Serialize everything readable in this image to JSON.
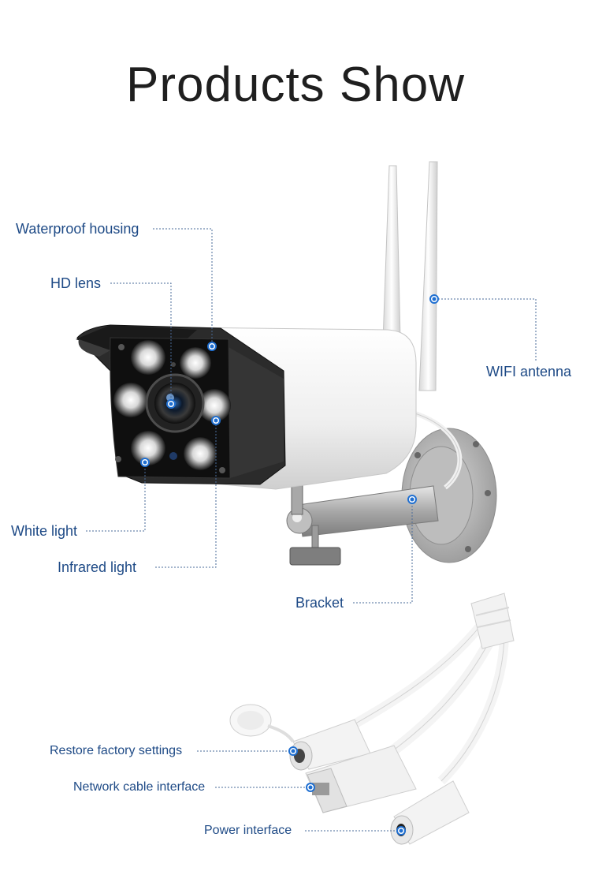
{
  "title": "Products Show",
  "labels": {
    "waterproof_housing": "Waterproof housing",
    "hd_lens": "HD lens",
    "wifi_antenna": "WIFI antenna",
    "white_light": "White light",
    "infrared_light": "Infrared light",
    "bracket": "Bracket",
    "restore_factory": "Restore factory settings",
    "network_cable": "Network cable interface",
    "power_interface": "Power interface"
  },
  "colors": {
    "label_text": "#1e4a86",
    "callout_line": "#4a6b99",
    "callout_dot": "#1f6fd1",
    "title_text": "#1f1f1f"
  }
}
